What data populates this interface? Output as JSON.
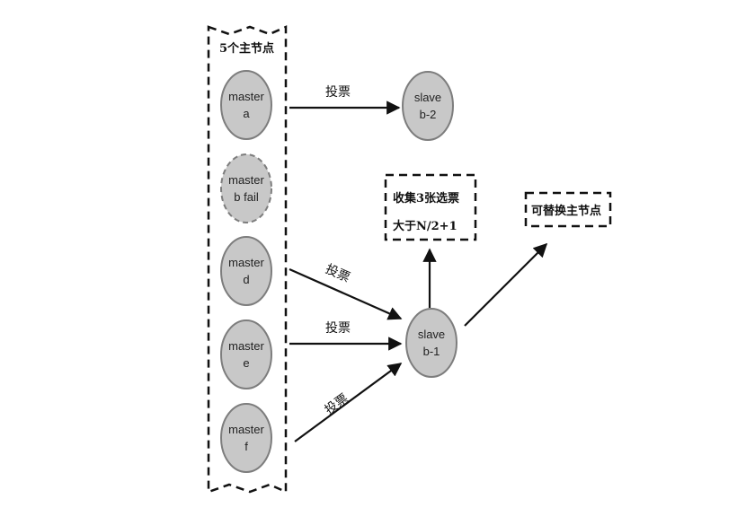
{
  "group": {
    "label": "5个主节点"
  },
  "masters": [
    {
      "line1": "master",
      "line2": "a",
      "failed": false
    },
    {
      "line1": "master",
      "line2": "b fail",
      "failed": true
    },
    {
      "line1": "master",
      "line2": "d",
      "failed": false
    },
    {
      "line1": "master",
      "line2": "e",
      "failed": false
    },
    {
      "line1": "master",
      "line2": "f",
      "failed": false
    }
  ],
  "slaves": {
    "b2": {
      "line1": "slave",
      "line2": "b-2"
    },
    "b1": {
      "line1": "slave",
      "line2": "b-1"
    }
  },
  "votes": {
    "a_to_b2": "投票",
    "d_to_b1": "投票",
    "e_to_b1": "投票",
    "f_to_b1": "投票"
  },
  "collect_box": {
    "line1": "收集3张选票",
    "line2": "大于N/2+1"
  },
  "replace_box": {
    "label": "可替换主节点"
  },
  "colors": {
    "node_fill": "#c8c8c8",
    "node_stroke": "#7d7d7d",
    "line": "#111111"
  }
}
